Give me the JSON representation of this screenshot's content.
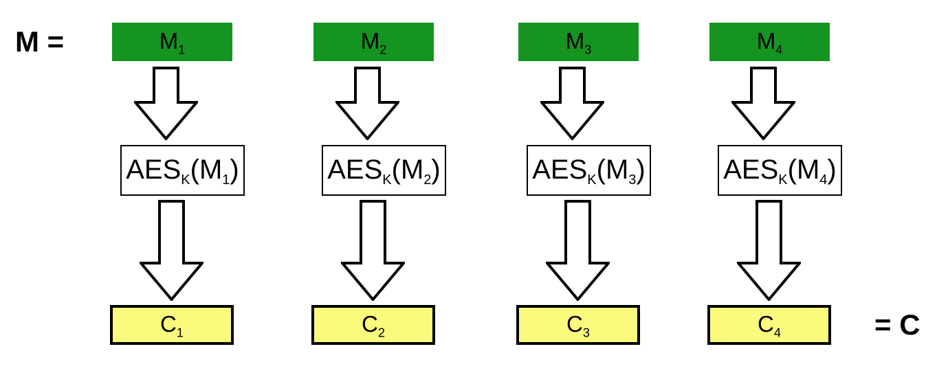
{
  "diagram": {
    "left_label": "M =",
    "right_label": "= C",
    "colors": {
      "background": "#FFFFFF",
      "message_fill": "#169421",
      "cipher_fill": "#FAFA7D",
      "border": "#000000",
      "arrow_fill": "#FFFFFF"
    },
    "columns": [
      {
        "message_base": "M",
        "message_sub": "1",
        "aes_base": "AES",
        "aes_key_sub": "K",
        "aes_arg_open": "(M",
        "aes_arg_sub": "1",
        "aes_arg_close": ")",
        "cipher_base": "C",
        "cipher_sub": "1"
      },
      {
        "message_base": "M",
        "message_sub": "2",
        "aes_base": "AES",
        "aes_key_sub": "K",
        "aes_arg_open": "(M",
        "aes_arg_sub": "2",
        "aes_arg_close": ")",
        "cipher_base": "C",
        "cipher_sub": "2"
      },
      {
        "message_base": "M",
        "message_sub": "3",
        "aes_base": "AES",
        "aes_key_sub": "K",
        "aes_arg_open": "(M",
        "aes_arg_sub": "3",
        "aes_arg_close": ")",
        "cipher_base": "C",
        "cipher_sub": "3"
      },
      {
        "message_base": "M",
        "message_sub": "4",
        "aes_base": "AES",
        "aes_key_sub": "K",
        "aes_arg_open": "(M",
        "aes_arg_sub": "4",
        "aes_arg_close": ")",
        "cipher_base": "C",
        "cipher_sub": "4"
      }
    ]
  }
}
